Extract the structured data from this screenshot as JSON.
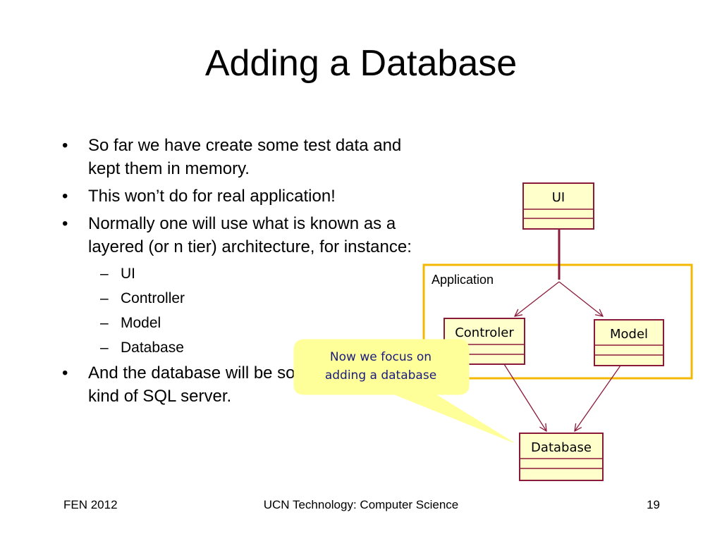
{
  "slide": {
    "title": "Adding a Database",
    "bullets": [
      "So far we have create some test data and kept them in memory.",
      "This won’t do for real application!",
      "Normally one will use what is known as a layered (or n tier) architecture, for instance:",
      "And the database will be some kind of SQL server."
    ],
    "layers": [
      "UI",
      "Controller",
      "Model",
      "Database"
    ]
  },
  "diagram": {
    "group_label": "Application",
    "classes": {
      "ui": "UI",
      "controller": "Controler",
      "model": "Model",
      "database": "Database"
    },
    "callout_lines": [
      "Now we focus on",
      "adding a database"
    ],
    "colors": {
      "class_border": "#8b1a3a",
      "class_fill": "#ffffcc",
      "group_border": "#f5b800",
      "callout_fill": "#ffff99",
      "callout_text": "#1a1a80"
    }
  },
  "footer": {
    "left": "FEN 2012",
    "center": "UCN Technology: Computer Science",
    "right": "19"
  }
}
